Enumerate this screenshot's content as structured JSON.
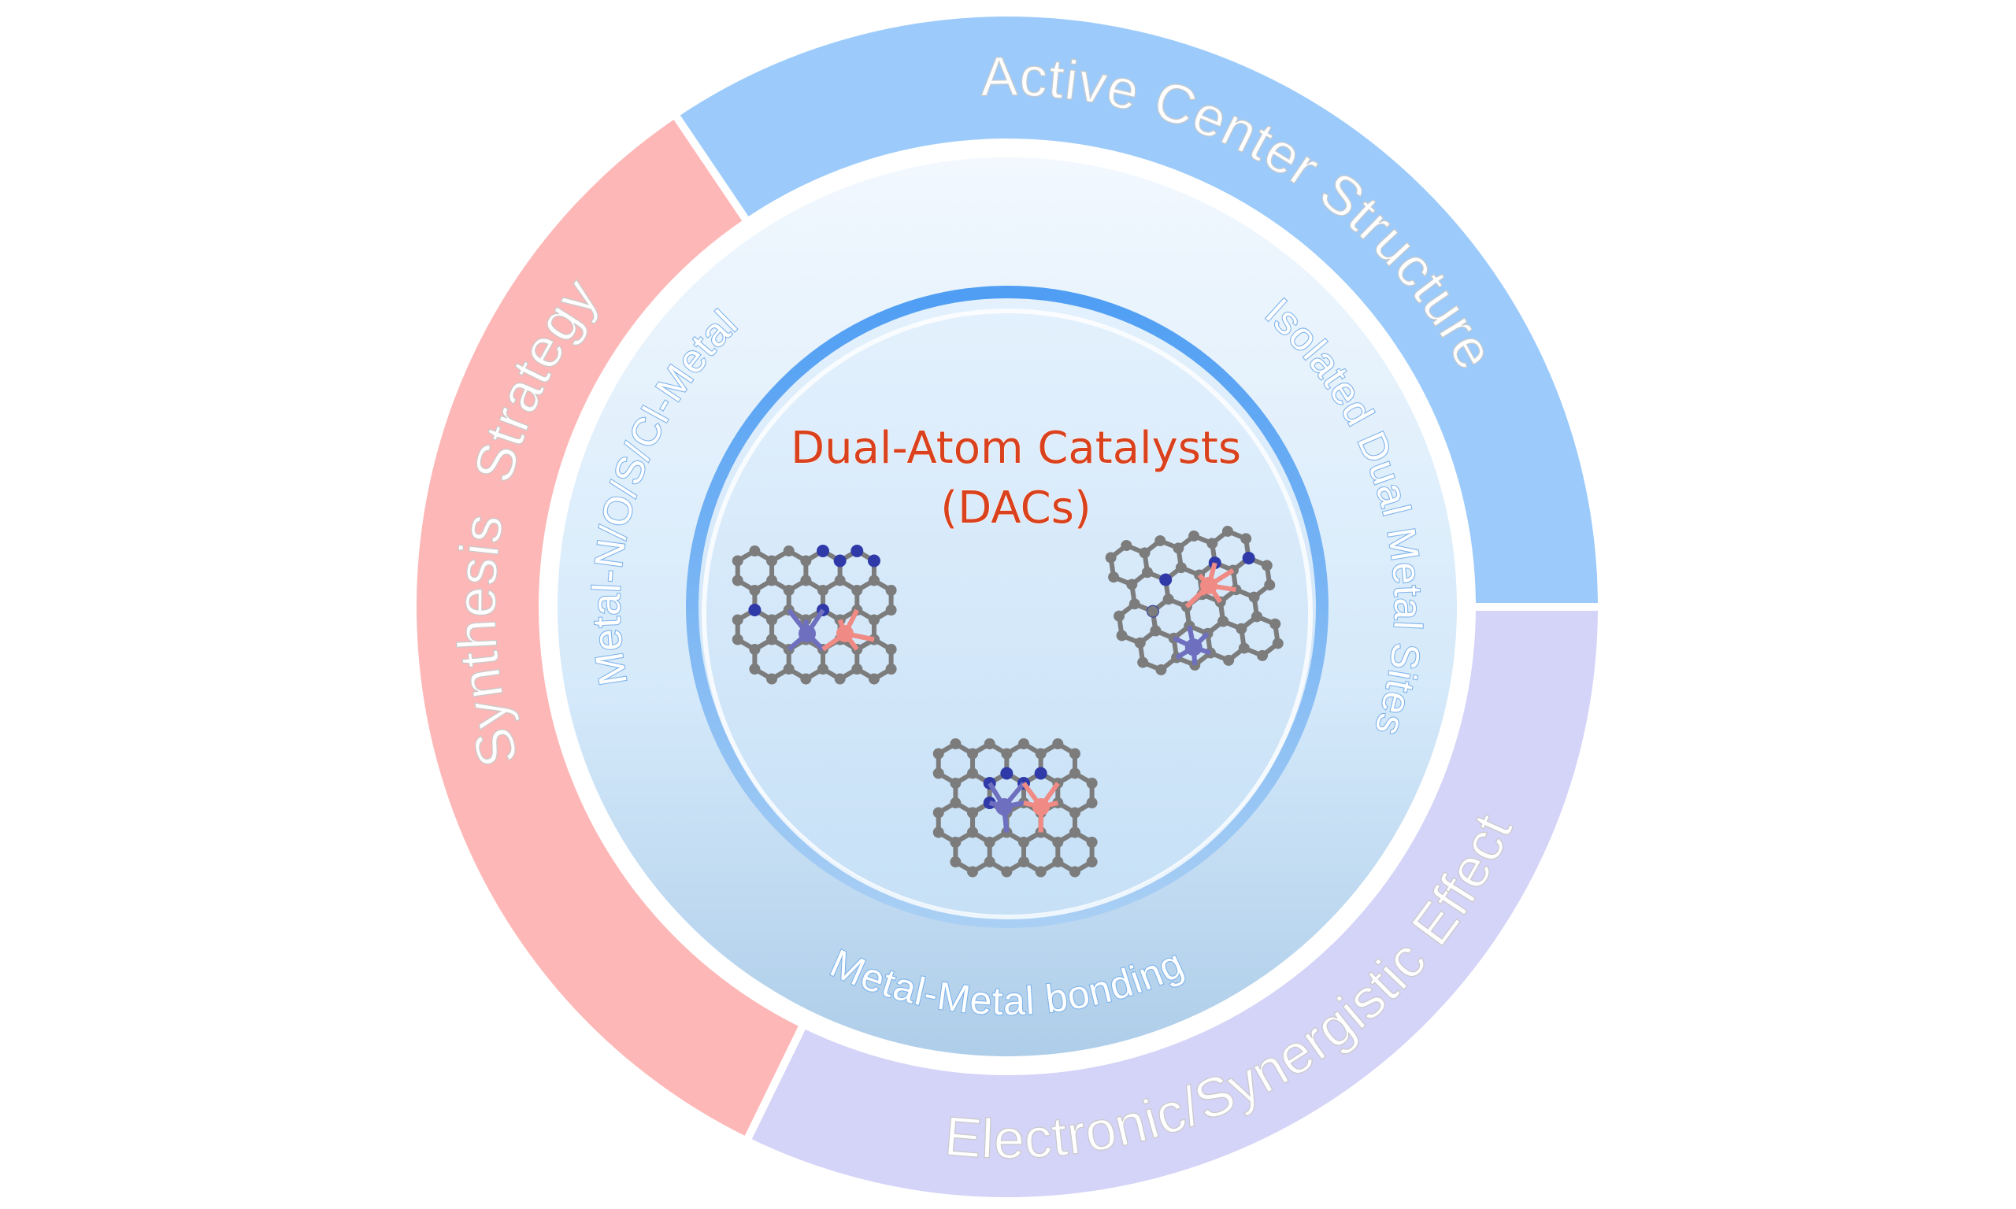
{
  "outer_ring": {
    "active_center": {
      "label": "Active Center Structure",
      "color": "#9ccbfb"
    },
    "electronic": {
      "label": "Electronic/Synergistic Effect",
      "color": "#d4d3f8"
    },
    "synthesis": {
      "label": "Synthesis  Strategy",
      "color": "#fdb7b7"
    }
  },
  "inner_ring": {
    "left_label": "Metal-N/O/S/Cl-Metal",
    "right_label": "Isolated Dual Metal Sites",
    "bottom_label": "Metal-Metal bonding"
  },
  "center": {
    "title_line1": "Dual-Atom Catalysts",
    "title_line2": "(DACs)",
    "title_color": "#d9421d"
  },
  "colors": {
    "carbon": "#7c7c7c",
    "nitrogen": "#2f3aa8",
    "metal_a": "#f08a84",
    "metal_b": "#6f6fc0"
  }
}
